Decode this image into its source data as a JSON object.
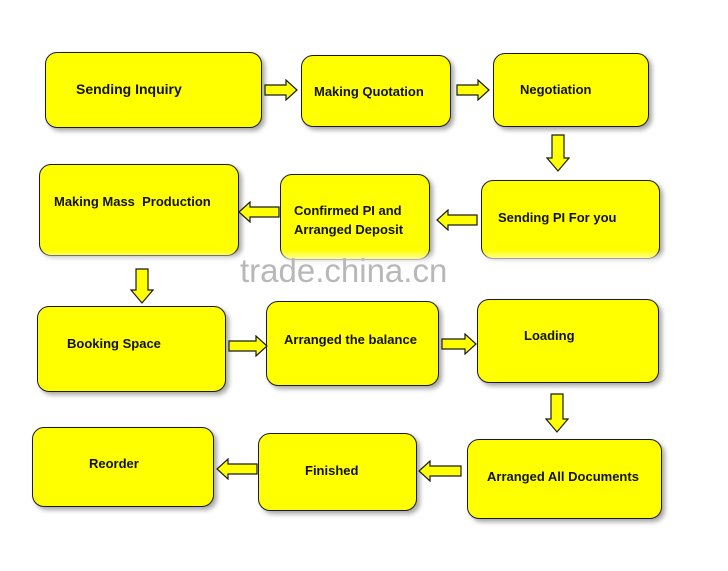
{
  "steps": [
    {
      "label": "Sending Inquiry"
    },
    {
      "label": "Making Quotation"
    },
    {
      "label": "Negotiation"
    },
    {
      "label": "Sending PI For you"
    },
    {
      "label": "Confirmed PI and Arranged Deposit"
    },
    {
      "label": "Making Mass  Production"
    },
    {
      "label": "Booking Space"
    },
    {
      "label": "Arranged the balance"
    },
    {
      "label": "Loading"
    },
    {
      "label": "Arranged All Documents"
    },
    {
      "label": "Finished"
    },
    {
      "label": "Reorder"
    }
  ],
  "watermark": "trade.china.cn",
  "colors": {
    "box_fill": "#ffff00",
    "border": "#1a1a1a",
    "watermark": "#b8b8b8"
  }
}
